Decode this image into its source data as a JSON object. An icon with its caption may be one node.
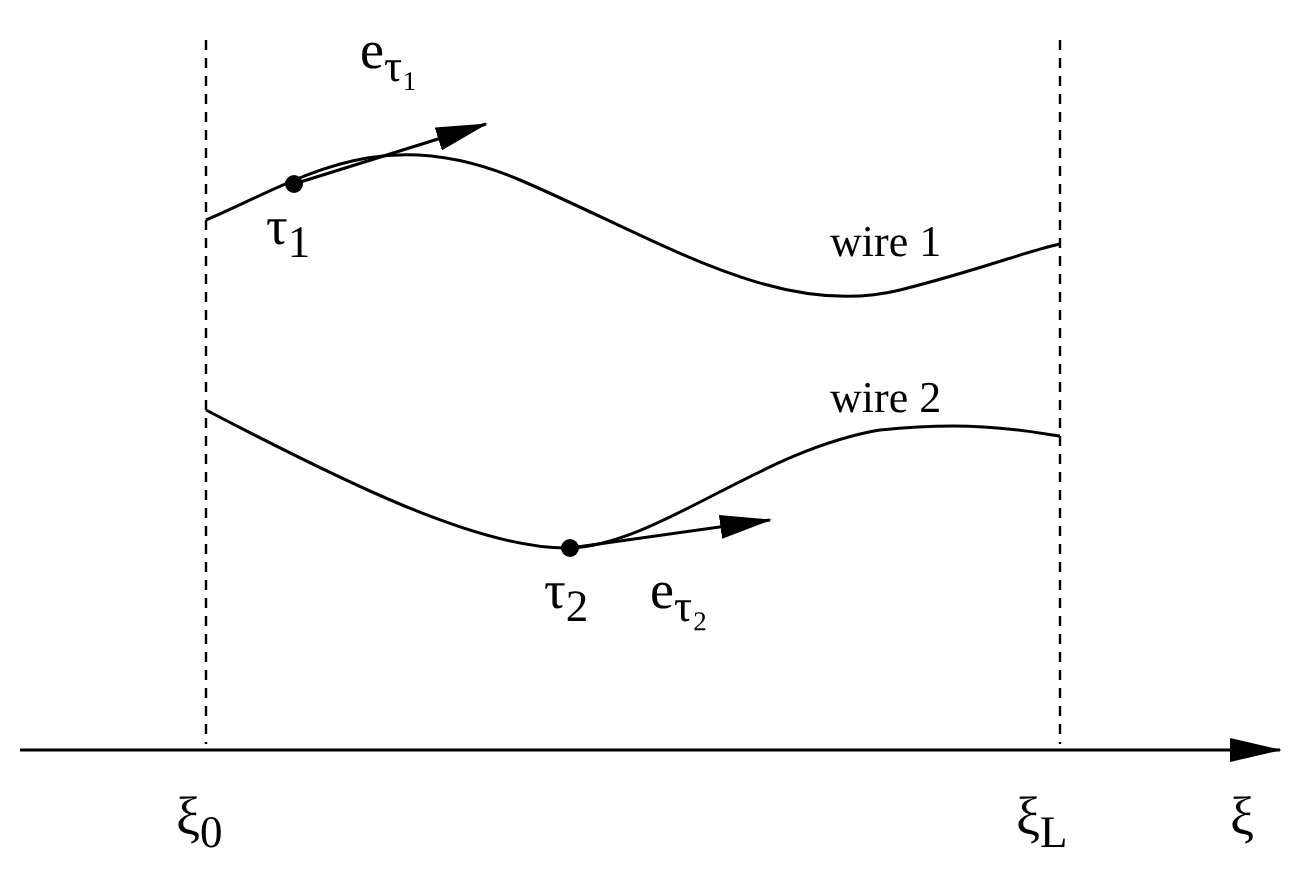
{
  "diagram": {
    "labels": [
      "e$_{τ₁}$",
      "τ$_{1}$",
      "wire 1",
      "wire 2",
      "τ$_{2}$",
      "e$_{τ₂}$",
      "ξ$_{0}$",
      "ξ$_{L}$",
      "ξ"
    ]
  }
}
